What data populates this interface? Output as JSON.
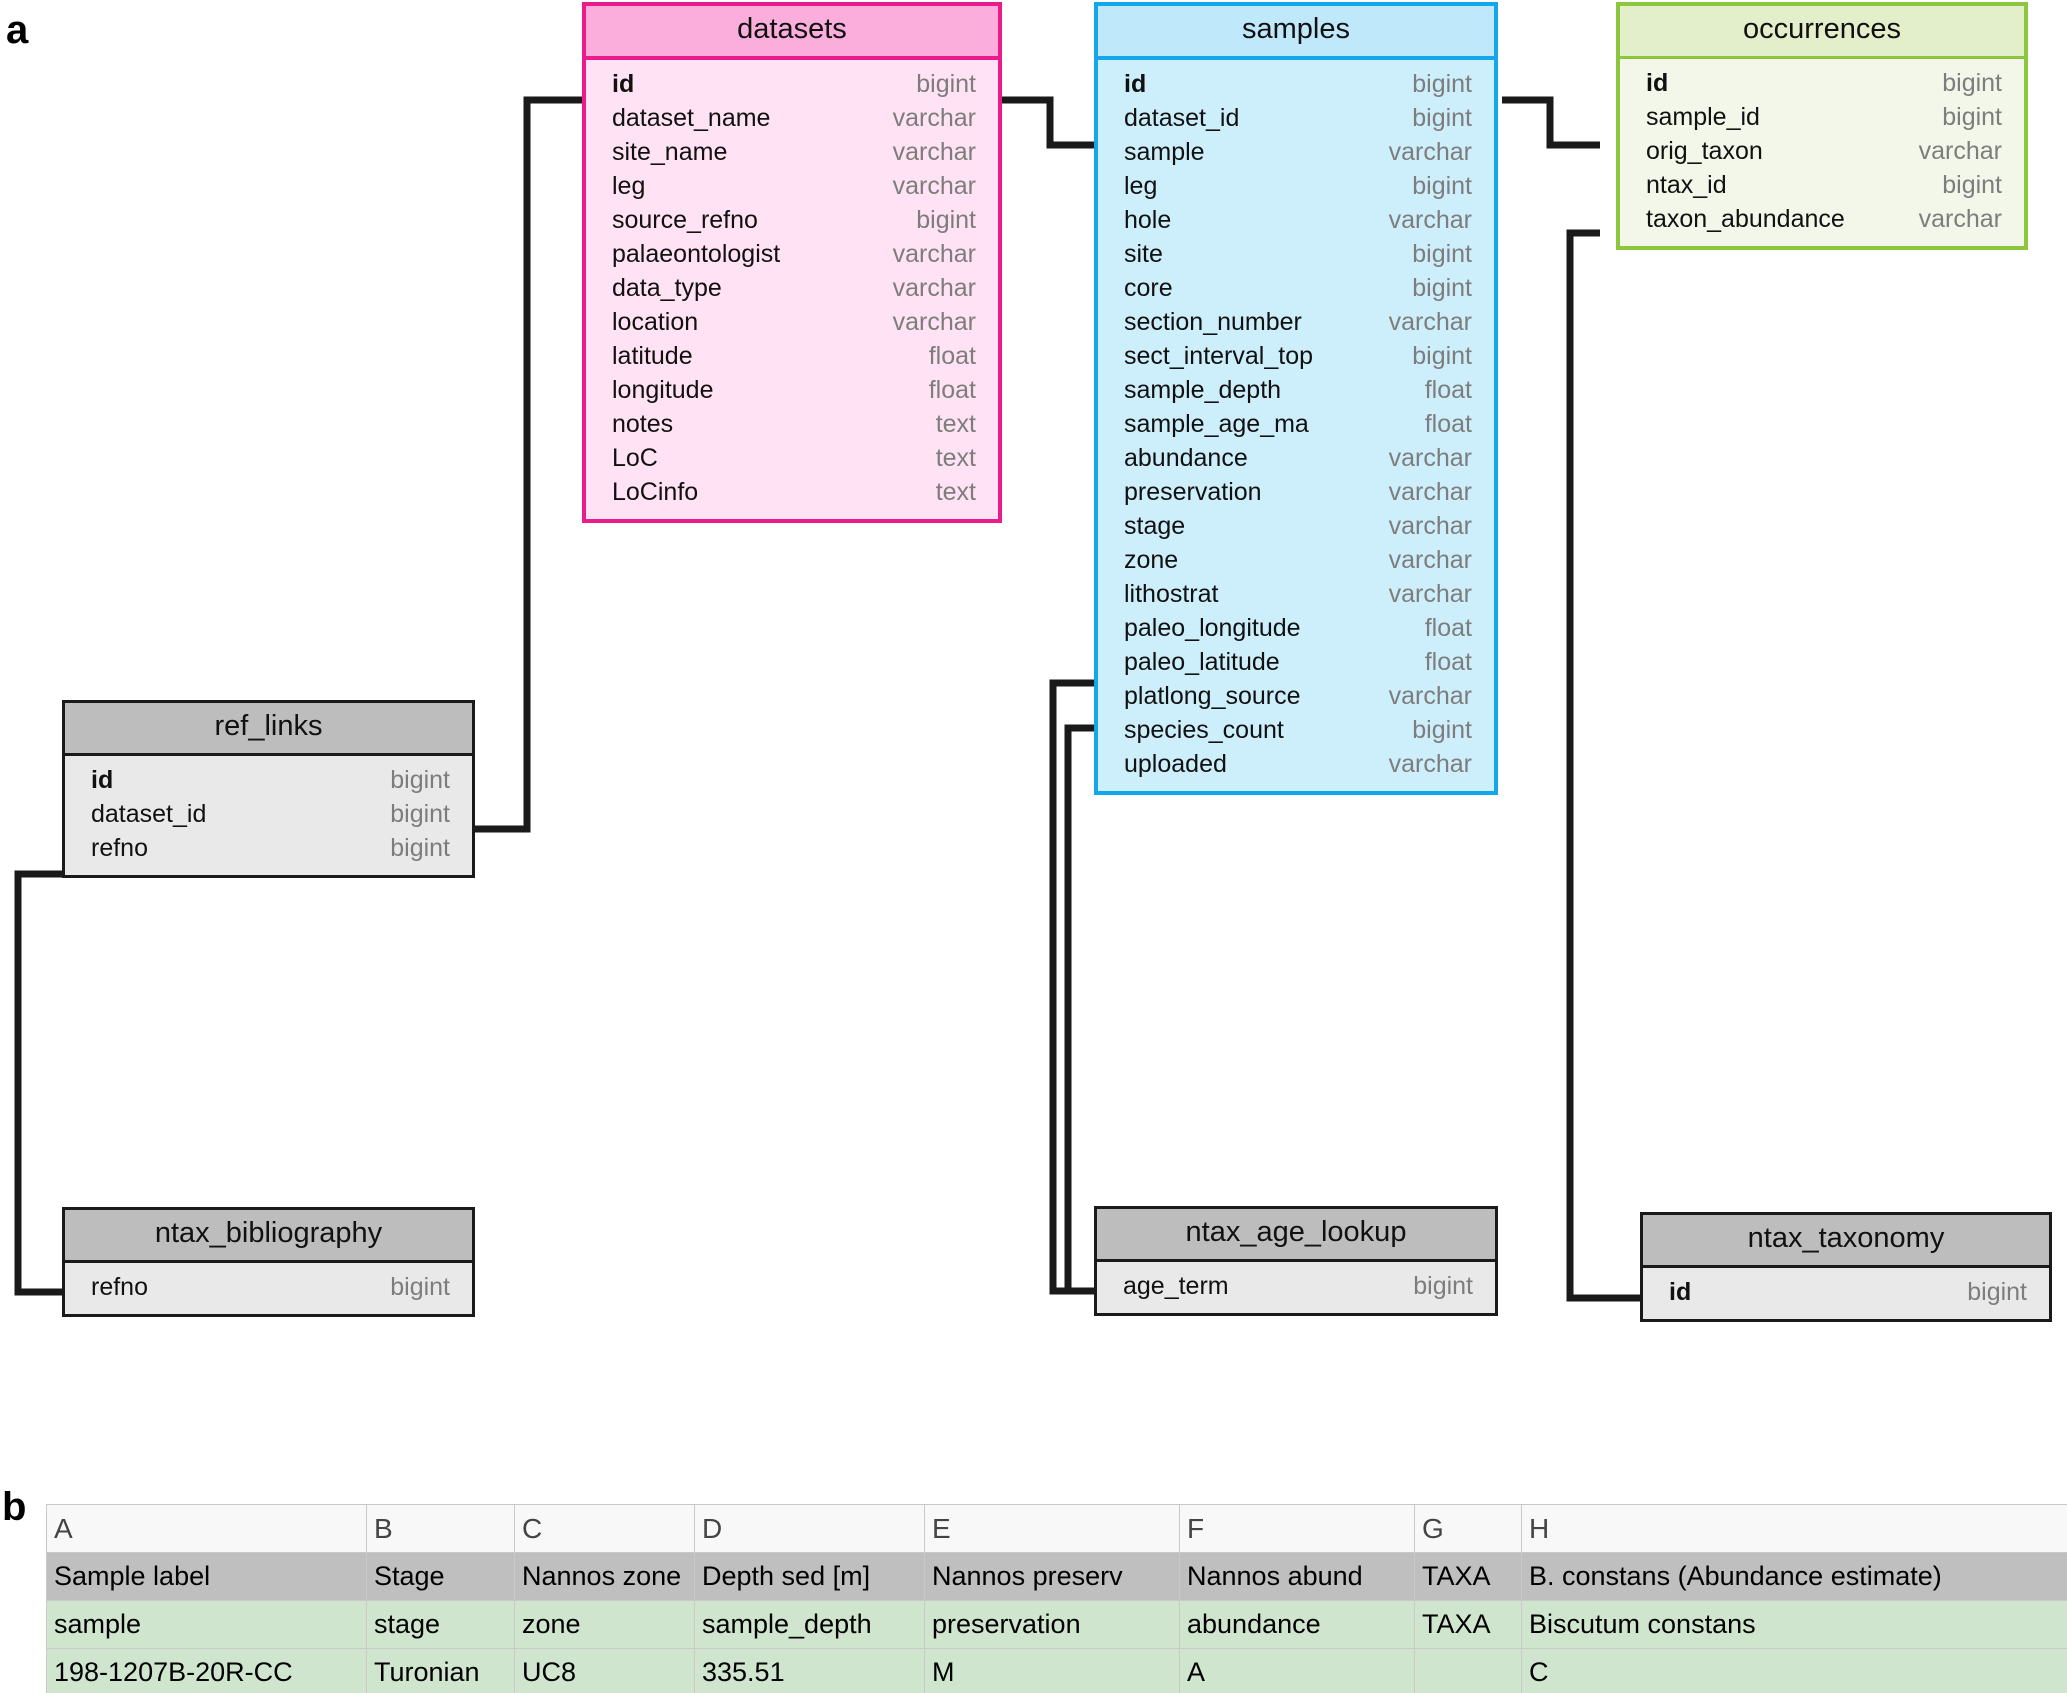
{
  "panels": {
    "a_label": "a",
    "b_label": "b"
  },
  "colors": {
    "datasets_border": "#ec1b8c",
    "datasets_header": "#fbaedc",
    "datasets_body": "#ffe2f3",
    "samples_border": "#13a7ea",
    "samples_header": "#bfe9fb",
    "samples_body": "#cdeefb",
    "occurrences_border": "#8cc63e",
    "occurrences_header": "#e2efca",
    "occurrences_body": "#f2f7e9",
    "lookup_border": "#1a1a1a",
    "lookup_header": "#bdbdbd",
    "lookup_body": "#e9e9e9",
    "connector": "#1a1a1a"
  },
  "er": {
    "tables": [
      {
        "name": "datasets",
        "fields": [
          {
            "field": "id",
            "type": "bigint",
            "pk": true
          },
          {
            "field": "dataset_name",
            "type": "varchar",
            "pk": false
          },
          {
            "field": "site_name",
            "type": "varchar",
            "pk": false
          },
          {
            "field": "leg",
            "type": "varchar",
            "pk": false
          },
          {
            "field": "source_refno",
            "type": "bigint",
            "pk": false
          },
          {
            "field": "palaeontologist",
            "type": "varchar",
            "pk": false
          },
          {
            "field": "data_type",
            "type": "varchar",
            "pk": false
          },
          {
            "field": "location",
            "type": "varchar",
            "pk": false
          },
          {
            "field": "latitude",
            "type": "float",
            "pk": false
          },
          {
            "field": "longitude",
            "type": "float",
            "pk": false
          },
          {
            "field": "notes",
            "type": "text",
            "pk": false
          },
          {
            "field": "LoC",
            "type": "text",
            "pk": false
          },
          {
            "field": "LoCinfo",
            "type": "text",
            "pk": false
          }
        ]
      },
      {
        "name": "samples",
        "fields": [
          {
            "field": "id",
            "type": "bigint",
            "pk": true
          },
          {
            "field": "dataset_id",
            "type": "bigint",
            "pk": false
          },
          {
            "field": "sample",
            "type": "varchar",
            "pk": false
          },
          {
            "field": "leg",
            "type": "bigint",
            "pk": false
          },
          {
            "field": "hole",
            "type": "varchar",
            "pk": false
          },
          {
            "field": "site",
            "type": "bigint",
            "pk": false
          },
          {
            "field": "core",
            "type": "bigint",
            "pk": false
          },
          {
            "field": "section_number",
            "type": "varchar",
            "pk": false
          },
          {
            "field": "sect_interval_top",
            "type": "bigint",
            "pk": false
          },
          {
            "field": "sample_depth",
            "type": "float",
            "pk": false
          },
          {
            "field": "sample_age_ma",
            "type": "float",
            "pk": false
          },
          {
            "field": "abundance",
            "type": "varchar",
            "pk": false
          },
          {
            "field": "preservation",
            "type": "varchar",
            "pk": false
          },
          {
            "field": "stage",
            "type": "varchar",
            "pk": false
          },
          {
            "field": "zone",
            "type": "varchar",
            "pk": false
          },
          {
            "field": "lithostrat",
            "type": "varchar",
            "pk": false
          },
          {
            "field": "paleo_longitude",
            "type": "float",
            "pk": false
          },
          {
            "field": "paleo_latitude",
            "type": "float",
            "pk": false
          },
          {
            "field": "platlong_source",
            "type": "varchar",
            "pk": false
          },
          {
            "field": "species_count",
            "type": "bigint",
            "pk": false
          },
          {
            "field": "uploaded",
            "type": "varchar",
            "pk": false
          }
        ]
      },
      {
        "name": "occurrences",
        "fields": [
          {
            "field": "id",
            "type": "bigint",
            "pk": true
          },
          {
            "field": "sample_id",
            "type": "bigint",
            "pk": false
          },
          {
            "field": "orig_taxon",
            "type": "varchar",
            "pk": false
          },
          {
            "field": "ntax_id",
            "type": "bigint",
            "pk": false
          },
          {
            "field": "taxon_abundance",
            "type": "varchar",
            "pk": false
          }
        ]
      },
      {
        "name": "ref_links",
        "fields": [
          {
            "field": "id",
            "type": "bigint",
            "pk": true
          },
          {
            "field": "dataset_id",
            "type": "bigint",
            "pk": false
          },
          {
            "field": "refno",
            "type": "bigint",
            "pk": false
          }
        ]
      },
      {
        "name": "ntax_bibliography",
        "fields": [
          {
            "field": "refno",
            "type": "bigint",
            "pk": false
          }
        ]
      },
      {
        "name": "ntax_age_lookup",
        "fields": [
          {
            "field": "age_term",
            "type": "bigint",
            "pk": false
          }
        ]
      },
      {
        "name": "ntax_taxonomy",
        "fields": [
          {
            "field": "id",
            "type": "bigint",
            "pk": true
          }
        ]
      }
    ],
    "relationships": [
      {
        "from": "datasets.id",
        "to": "ref_links.dataset_id"
      },
      {
        "from": "datasets.id",
        "to": "samples.dataset_id"
      },
      {
        "from": "samples.id",
        "to": "occurrences.sample_id"
      },
      {
        "from": "samples.stage",
        "to": "ntax_age_lookup.age_term"
      },
      {
        "from": "samples.zone",
        "to": "ntax_age_lookup.age_term"
      },
      {
        "from": "ref_links.refno",
        "to": "ntax_bibliography.refno"
      },
      {
        "from": "occurrences.ntax_id",
        "to": "ntax_taxonomy.id"
      }
    ]
  },
  "spreadsheet": {
    "column_letters": [
      "A",
      "B",
      "C",
      "D",
      "E",
      "F",
      "G",
      "H"
    ],
    "header_row": [
      "Sample label",
      "Stage",
      "Nannos zone",
      "Depth sed [m]",
      "Nannos preserv",
      "Nannos abund",
      "TAXA",
      "B. constans (Abundance estimate)"
    ],
    "rows": [
      {
        "cells": [
          "sample",
          "stage",
          "zone",
          "sample_depth",
          "preservation",
          "abundance",
          "TAXA",
          "Biscutum constans"
        ],
        "align": [
          "left",
          "left",
          "left",
          "right",
          "left",
          "left",
          "left",
          "left"
        ]
      },
      {
        "cells": [
          "198-1207B-20R-CC",
          "Turonian",
          "UC8",
          "335.51",
          "M",
          "A",
          "",
          "C"
        ],
        "align": [
          "left",
          "left",
          "left",
          "right",
          "left",
          "left",
          "left",
          "left"
        ]
      }
    ]
  }
}
